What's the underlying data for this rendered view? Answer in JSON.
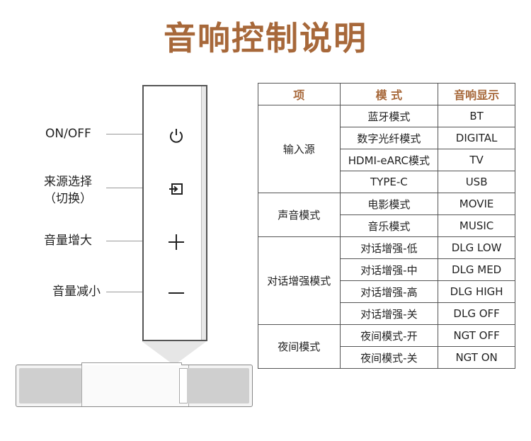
{
  "title": "音响控制说明",
  "callouts": {
    "power": "ON/OFF",
    "source_line1": "来源选择",
    "source_line2": "（切换）",
    "vol_up": "音量增大",
    "vol_down": "音量减小"
  },
  "icons": {
    "power": "⏻",
    "source": "⇥",
    "plus": "+",
    "minus": "—"
  },
  "table": {
    "headers": [
      "项",
      "模 式",
      "音响显示"
    ],
    "groups": [
      {
        "name": "输入源",
        "rows": [
          [
            "蓝牙模式",
            "BT"
          ],
          [
            "数字光纤模式",
            "DIGITAL"
          ],
          [
            "HDMI-eARC模式",
            "TV"
          ],
          [
            "TYPE-C",
            "USB"
          ]
        ]
      },
      {
        "name": "声音模式",
        "rows": [
          [
            "电影模式",
            "MOVIE"
          ],
          [
            "音乐模式",
            "MUSIC"
          ]
        ]
      },
      {
        "name": "对话增强模式",
        "rows": [
          [
            "对话增强-低",
            "DLG LOW"
          ],
          [
            "对话增强-中",
            "DLG MED"
          ],
          [
            "对话增强-高",
            "DLG HIGH"
          ],
          [
            "对话增强-关",
            "DLG OFF"
          ]
        ]
      },
      {
        "name": "夜间模式",
        "rows": [
          [
            "夜间模式-开",
            "NGT OFF"
          ],
          [
            "夜间模式-关",
            "NGT ON"
          ]
        ]
      }
    ]
  },
  "colors": {
    "accent": "#a7683a"
  }
}
